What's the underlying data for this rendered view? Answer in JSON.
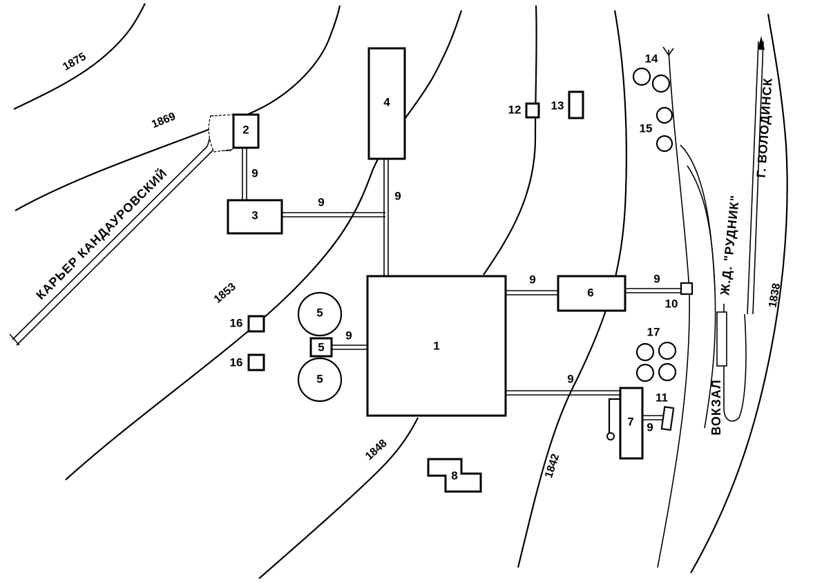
{
  "labels": {
    "quarry": "КАРЬЕР КАНДАУРОВСКИЙ",
    "railway": "Ж.Д. \"РУДНИК\"",
    "station": "ВОКЗАЛ",
    "town": "Г. ВОЛОДИНСК"
  },
  "contours": {
    "c1875": "1875",
    "c1869": "1869",
    "c1853": "1853",
    "c1848": "1848",
    "c1842": "1842",
    "c1838": "1838"
  },
  "objects": {
    "o1": "1",
    "o2": "2",
    "o3": "3",
    "o4": "4",
    "o5": "5",
    "o6": "6",
    "o7": "7",
    "o8": "8",
    "o9": "9",
    "o10": "10",
    "o11": "11",
    "o12": "12",
    "o13": "13",
    "o14": "14",
    "o15": "15",
    "o16": "16",
    "o17": "17"
  }
}
